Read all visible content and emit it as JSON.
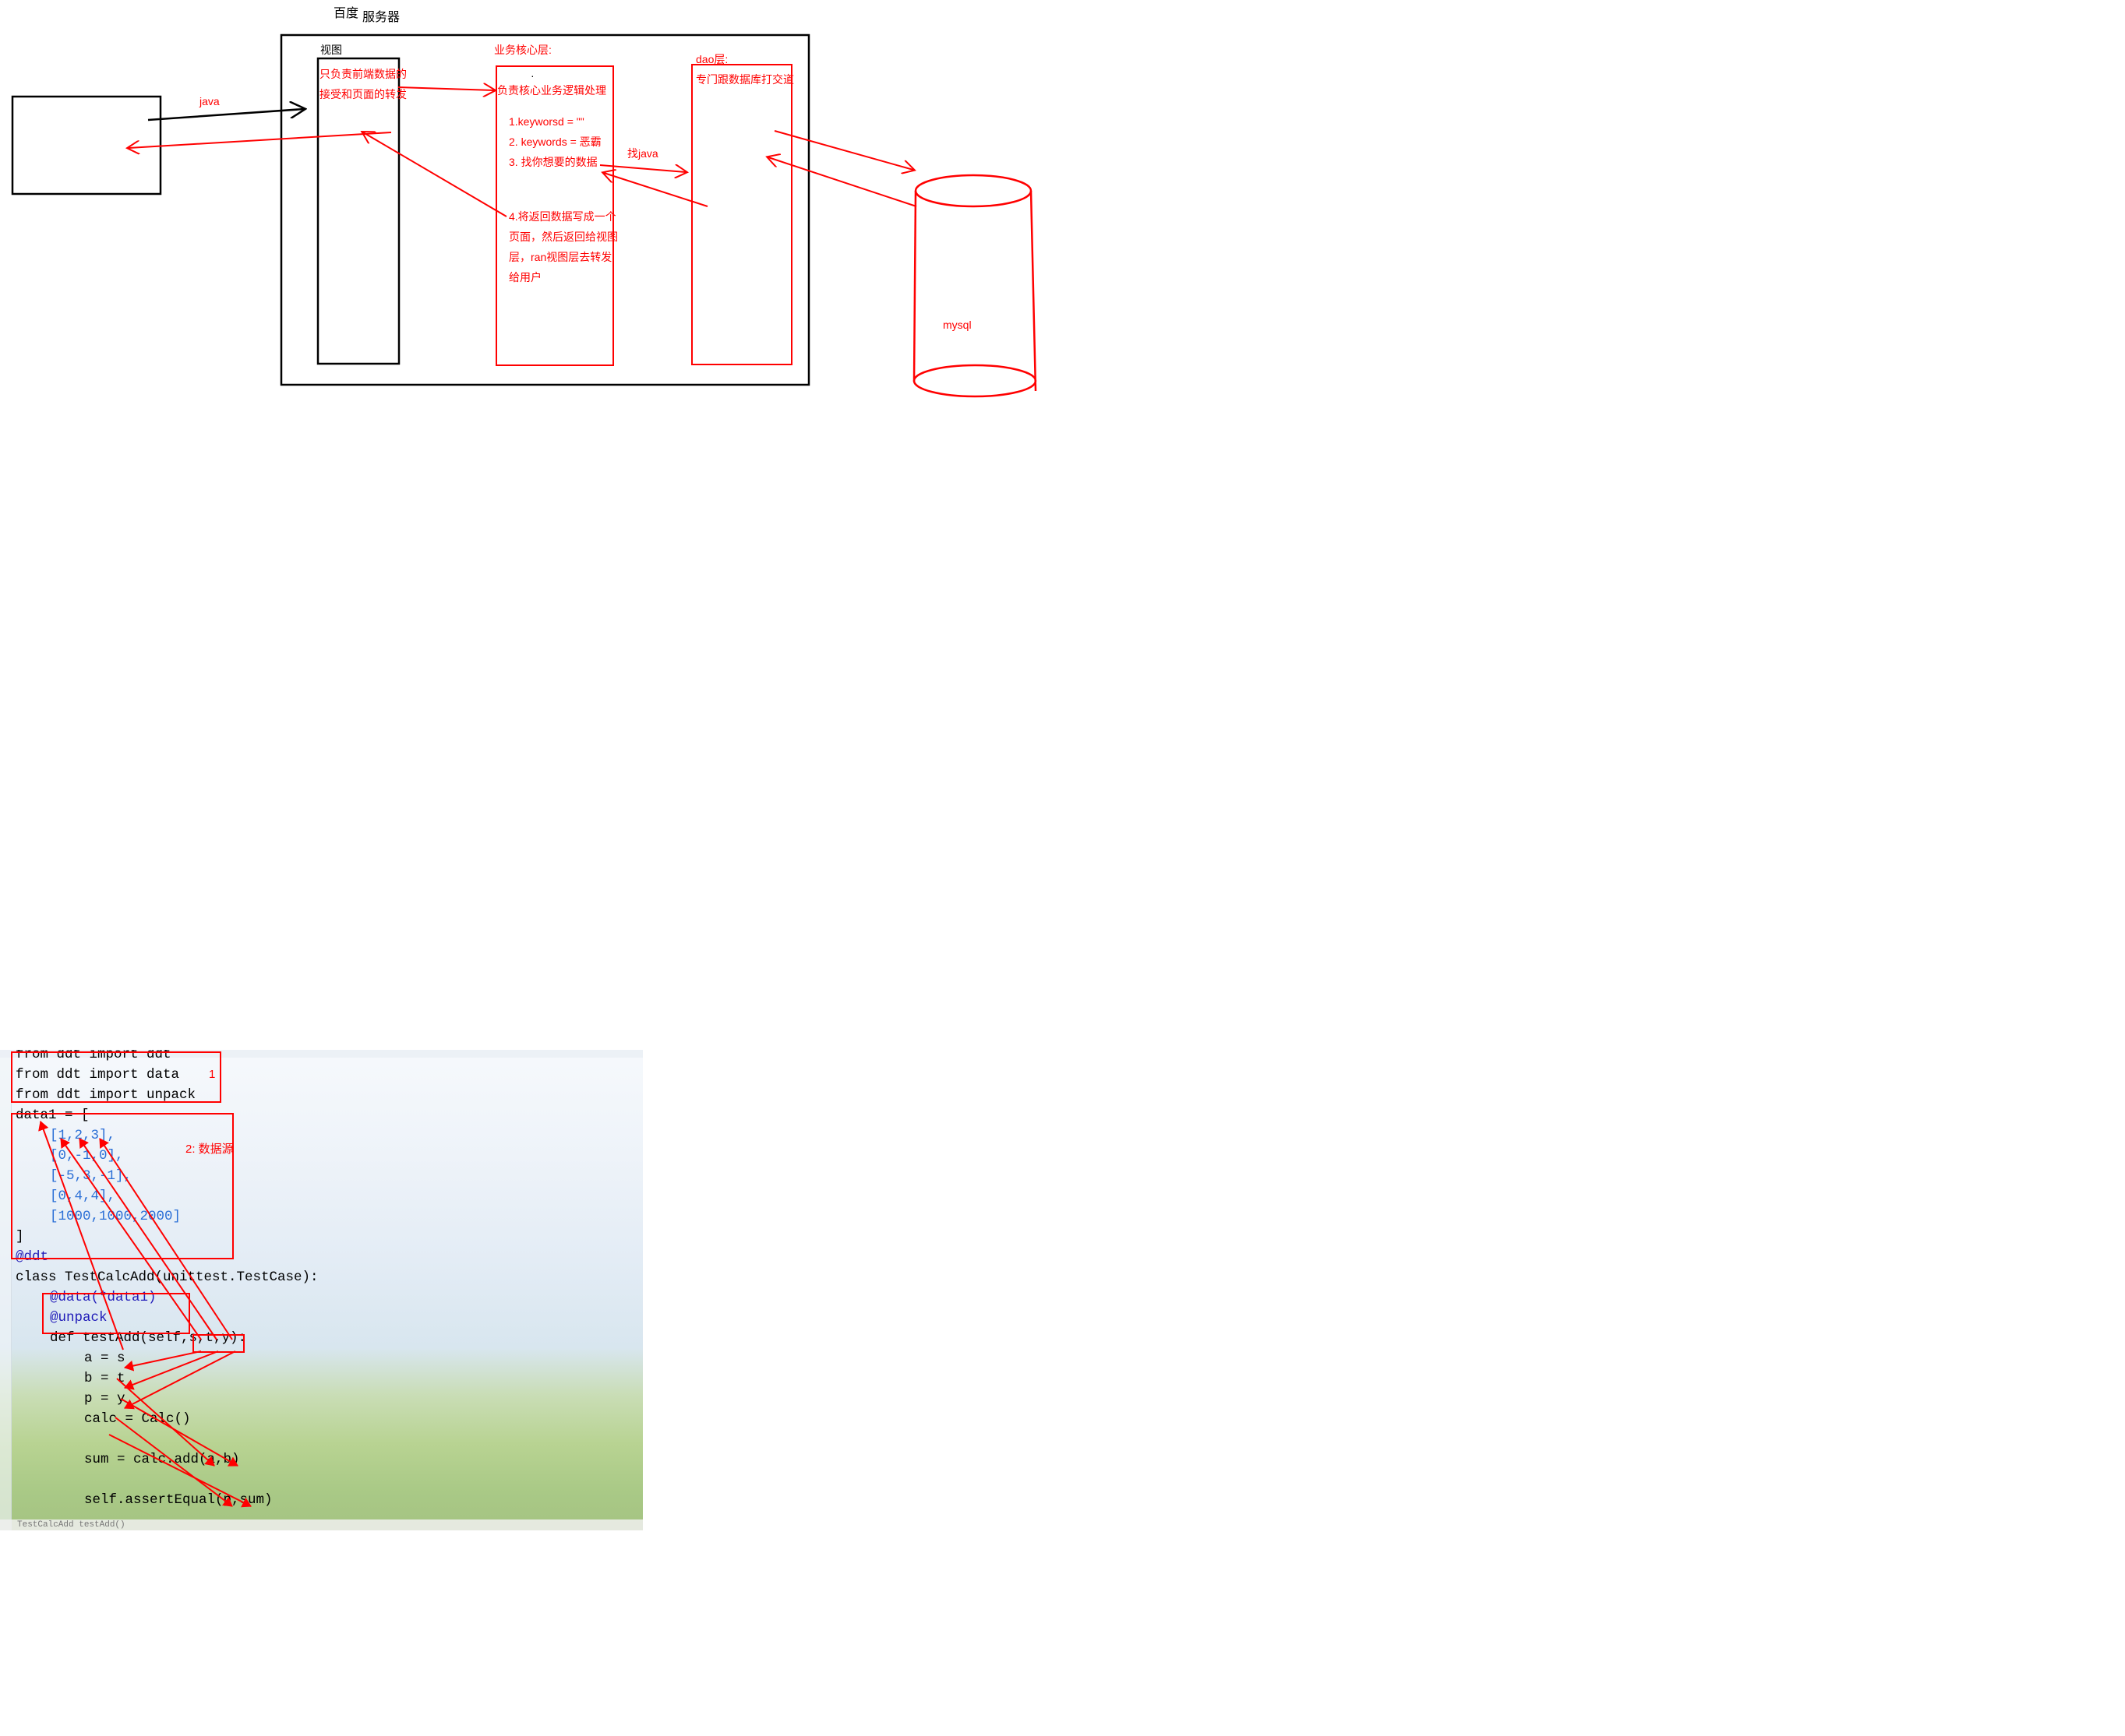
{
  "top_diagram": {
    "title_part1": "百度",
    "title_part2": "服务器",
    "view_layer": {
      "title": "视图",
      "desc_line1": "只负责前端数据的",
      "desc_line2": "接受和页面的转发"
    },
    "client_arrow_label": "java",
    "service_layer": {
      "title": "业务核心层:",
      "dot": "·",
      "desc": "负责核心业务逻辑处理",
      "step1": "1.keyworsd = \"\"",
      "step2": "2. keywords = 恶霸",
      "step3": "3. 找你想要的数据",
      "step4_line1": "4.将返回数据写成一个",
      "step4_line2": "页面，然后返回给视图",
      "step4_line3": "层，ran视图层去转发",
      "step4_line4": "给用户"
    },
    "find_java_label": "找java",
    "dao_layer": {
      "title": "dao层:",
      "desc": "专门跟数据库打交道"
    },
    "database_label": "mysql",
    "colors": {
      "ink": "#000000",
      "annotation": "#ff0000"
    }
  },
  "code_screenshot": {
    "import_line_1": "from ddt import ddt",
    "import_line_2": "from ddt import data",
    "import_line_3": "from ddt import unpack",
    "data_decl": "data1 = [",
    "rows": [
      "[1,2,3],",
      "[0,-1,0],",
      "[-5,3,-1],",
      "[0,4,4],",
      "[1000,1000,2000]"
    ],
    "close_bracket": "]",
    "ddt_decorator": "@ddt",
    "class_line": "class TestCalcAdd(unittest.TestCase):",
    "data_decorator": "@data(*data1)",
    "unpack_decorator": "@unpack",
    "def_line": "def testAdd(self,s,t,y):",
    "assign_a": "a = s",
    "assign_b": "b = t",
    "assign_p": "p = y",
    "calc_line": "calc = Calc()",
    "sum_line": "sum = calc.add(a,b)",
    "assert_line": "self.assertEqual(p,sum)",
    "status_bar": "TestCalcAdd  testAdd()",
    "annotation_1": "1",
    "annotation_2": "2: 数据源"
  }
}
